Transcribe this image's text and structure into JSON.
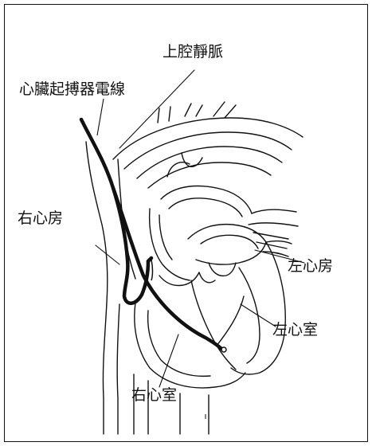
{
  "labels": {
    "superior_vena_cava": "上腔靜脈",
    "pacemaker_lead": "心臟起搏器電線",
    "right_atrium": "右心房",
    "left_atrium": "左心房",
    "left_ventricle": "左心室",
    "right_ventricle": "右心室"
  },
  "colors": {
    "line": "#111111",
    "background": "#ffffff"
  }
}
